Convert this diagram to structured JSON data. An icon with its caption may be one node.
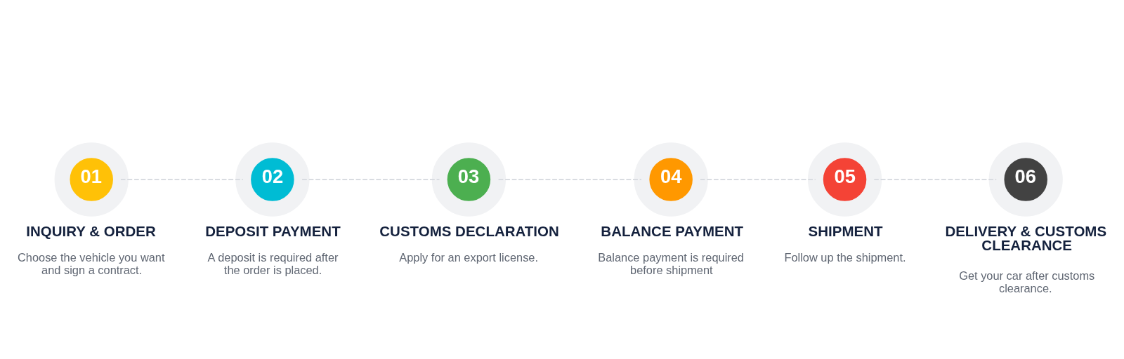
{
  "diagram": {
    "nodes": [
      {
        "text": [
          "01",
          "INQUIRY & ORDER",
          "Choose the vehicle you want and sign a contract."
        ]
      },
      {
        "text": [
          "02",
          "DEPOSIT PAYMENT",
          "A deposit is required after the order is placed."
        ]
      },
      {
        "text": [
          "03",
          "CUSTOMS DECLARATION",
          "Apply for an export license."
        ]
      },
      {
        "text": [
          "04",
          "BALANCE PAYMENT",
          "Balance payment is required before shipment"
        ]
      },
      {
        "text": [
          "05",
          "SHIPMENT",
          "Follow up the shipment."
        ]
      },
      {
        "text": [
          "06",
          "DELIVERY & CUSTOMS CLEARANCE",
          "Get your car after customs clearance."
        ]
      }
    ],
    "edges": [
      {
        "from": 0,
        "to": 1,
        "arrow": "none",
        "style": "dashed"
      },
      {
        "from": 1,
        "to": 2,
        "arrow": "none",
        "style": "dashed"
      },
      {
        "from": 2,
        "to": 3,
        "arrow": "none",
        "style": "dashed"
      },
      {
        "from": 3,
        "to": 4,
        "arrow": "none",
        "style": "dashed"
      },
      {
        "from": 4,
        "to": 5,
        "arrow": "none",
        "style": "dashed"
      }
    ]
  }
}
